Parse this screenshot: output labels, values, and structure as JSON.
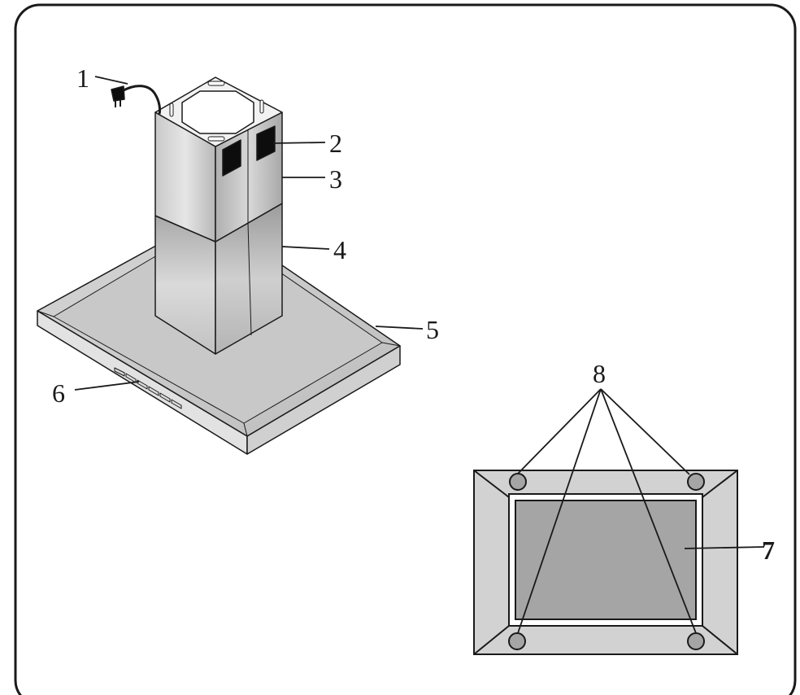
{
  "figure": {
    "hood_callouts": [
      "1",
      "2",
      "3",
      "4",
      "5",
      "6"
    ],
    "filter_callouts": [
      "7",
      "8"
    ]
  },
  "colors": {
    "outline": "#1a1a1a",
    "steel_light": "#e4e4e4",
    "steel_mid": "#c4c4c4",
    "steel_dark": "#9a9a9a",
    "filter_frame": "#d2d2d2",
    "filter_mesh": "#a5a5a5",
    "vent_black": "#0d0d0d"
  }
}
